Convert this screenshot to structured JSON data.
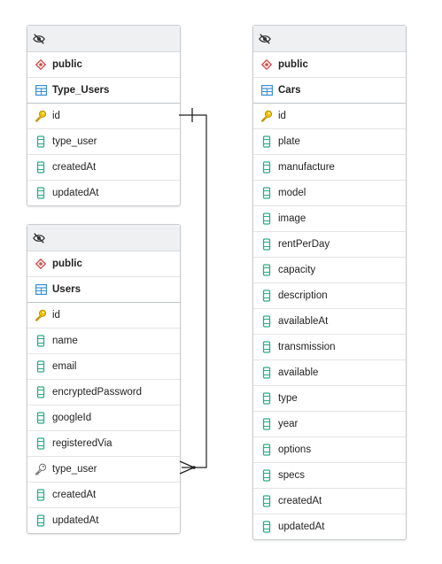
{
  "tables": {
    "type_users": {
      "schema": "public",
      "name": "Type_Users",
      "columns": [
        {
          "name": "id",
          "kind": "primary-key"
        },
        {
          "name": "type_user",
          "kind": "column"
        },
        {
          "name": "createdAt",
          "kind": "column"
        },
        {
          "name": "updatedAt",
          "kind": "column"
        }
      ]
    },
    "users": {
      "schema": "public",
      "name": "Users",
      "columns": [
        {
          "name": "id",
          "kind": "primary-key"
        },
        {
          "name": "name",
          "kind": "column"
        },
        {
          "name": "email",
          "kind": "column"
        },
        {
          "name": "encryptedPassword",
          "kind": "column"
        },
        {
          "name": "googleId",
          "kind": "column"
        },
        {
          "name": "registeredVia",
          "kind": "column"
        },
        {
          "name": "type_user",
          "kind": "foreign-key"
        },
        {
          "name": "createdAt",
          "kind": "column"
        },
        {
          "name": "updatedAt",
          "kind": "column"
        }
      ]
    },
    "cars": {
      "schema": "public",
      "name": "Cars",
      "columns": [
        {
          "name": "id",
          "kind": "primary-key"
        },
        {
          "name": "plate",
          "kind": "column"
        },
        {
          "name": "manufacture",
          "kind": "column"
        },
        {
          "name": "model",
          "kind": "column"
        },
        {
          "name": "image",
          "kind": "column"
        },
        {
          "name": "rentPerDay",
          "kind": "column"
        },
        {
          "name": "capacity",
          "kind": "column"
        },
        {
          "name": "description",
          "kind": "column"
        },
        {
          "name": "availableAt",
          "kind": "column"
        },
        {
          "name": "transmission",
          "kind": "column"
        },
        {
          "name": "available",
          "kind": "column"
        },
        {
          "name": "type",
          "kind": "column"
        },
        {
          "name": "year",
          "kind": "column"
        },
        {
          "name": "options",
          "kind": "column"
        },
        {
          "name": "specs",
          "kind": "column"
        },
        {
          "name": "createdAt",
          "kind": "column"
        },
        {
          "name": "updatedAt",
          "kind": "column"
        }
      ]
    }
  },
  "relationships": [
    {
      "from": "Type_Users.id",
      "to": "Users.type_user",
      "cardinality": "one-to-many"
    }
  ],
  "colors": {
    "header_bg": "#eef0f2",
    "key_icon": "#e8b400",
    "column_icon": "#3cb48c",
    "schema_icon": "#d64545",
    "table_icon": "#3a8fd6",
    "line": "#222222"
  }
}
